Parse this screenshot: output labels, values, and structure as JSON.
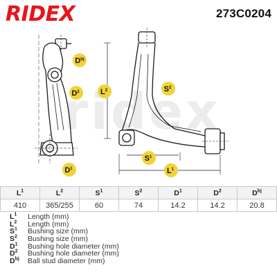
{
  "header": {
    "brand": "RIDEX",
    "part_number": "273C0204"
  },
  "watermark": "ridex",
  "drawing_labels": {
    "ball_stud": {
      "letter": "D",
      "sup": "bj"
    },
    "bushing_hole_2": {
      "letter": "D",
      "sup": "2"
    },
    "bushing_hole_1": {
      "letter": "D",
      "sup": "1"
    },
    "length_2": {
      "letter": "L",
      "sup": "2"
    },
    "bushing_size_2": {
      "letter": "S",
      "sup": "2"
    },
    "bushing_size_1": {
      "letter": "S",
      "sup": "1"
    },
    "length_1": {
      "letter": "L",
      "sup": "1"
    }
  },
  "specs": {
    "columns": [
      {
        "letter": "L",
        "sup": "1"
      },
      {
        "letter": "L",
        "sup": "2"
      },
      {
        "letter": "S",
        "sup": "1"
      },
      {
        "letter": "S",
        "sup": "2"
      },
      {
        "letter": "D",
        "sup": "1"
      },
      {
        "letter": "D",
        "sup": "2"
      },
      {
        "letter": "D",
        "sup": "bj"
      }
    ],
    "values": [
      "410",
      "365/255",
      "60",
      "74",
      "14.2",
      "14.2",
      "20.8"
    ]
  },
  "legend": [
    {
      "letter": "L",
      "sup": "1",
      "text": "Length (mm)"
    },
    {
      "letter": "L",
      "sup": "2",
      "text": "Length (mm)"
    },
    {
      "letter": "S",
      "sup": "1",
      "text": "Bushing size (mm)"
    },
    {
      "letter": "S",
      "sup": "2",
      "text": "Bushing size (mm)"
    },
    {
      "letter": "D",
      "sup": "1",
      "text": "Bushing hole diameter (mm)"
    },
    {
      "letter": "D",
      "sup": "2",
      "text": "Bushing hole diameter (mm)"
    },
    {
      "letter": "D",
      "sup": "bj",
      "text": "Ball stud diameter (mm)"
    }
  ],
  "colors": {
    "brand": "#e8141c",
    "label_badge": "#f2d23a",
    "line": "#1a1a1a",
    "watermark": "#ececec"
  }
}
